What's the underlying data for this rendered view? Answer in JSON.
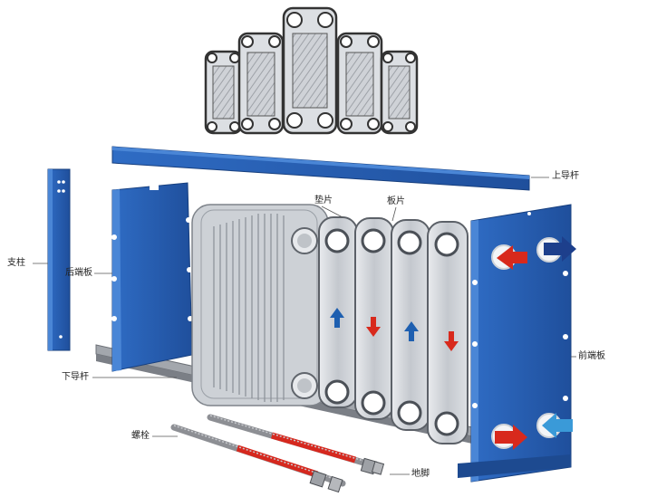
{
  "labels": {
    "gasket": "垫片",
    "plate": "板片",
    "top_guide_bar": "上导杆",
    "column": "支柱",
    "rear_end_plate": "后端板",
    "front_end_plate": "前端板",
    "bottom_guide_bar": "下导杆",
    "bolt": "螺栓",
    "foot": "地脚"
  },
  "colors": {
    "frame_blue": "#2a62b8",
    "frame_blue_dark": "#1d4a90",
    "plate_gray": "#c9cdd3",
    "hot_red": "#d8291c",
    "cold_blue": "#1e5fb0",
    "rod_red": "#d6281e",
    "rod_gray": "#8d8f94"
  },
  "icons": {
    "flow_up": "up-arrow-icon",
    "flow_down": "down-arrow-icon"
  }
}
